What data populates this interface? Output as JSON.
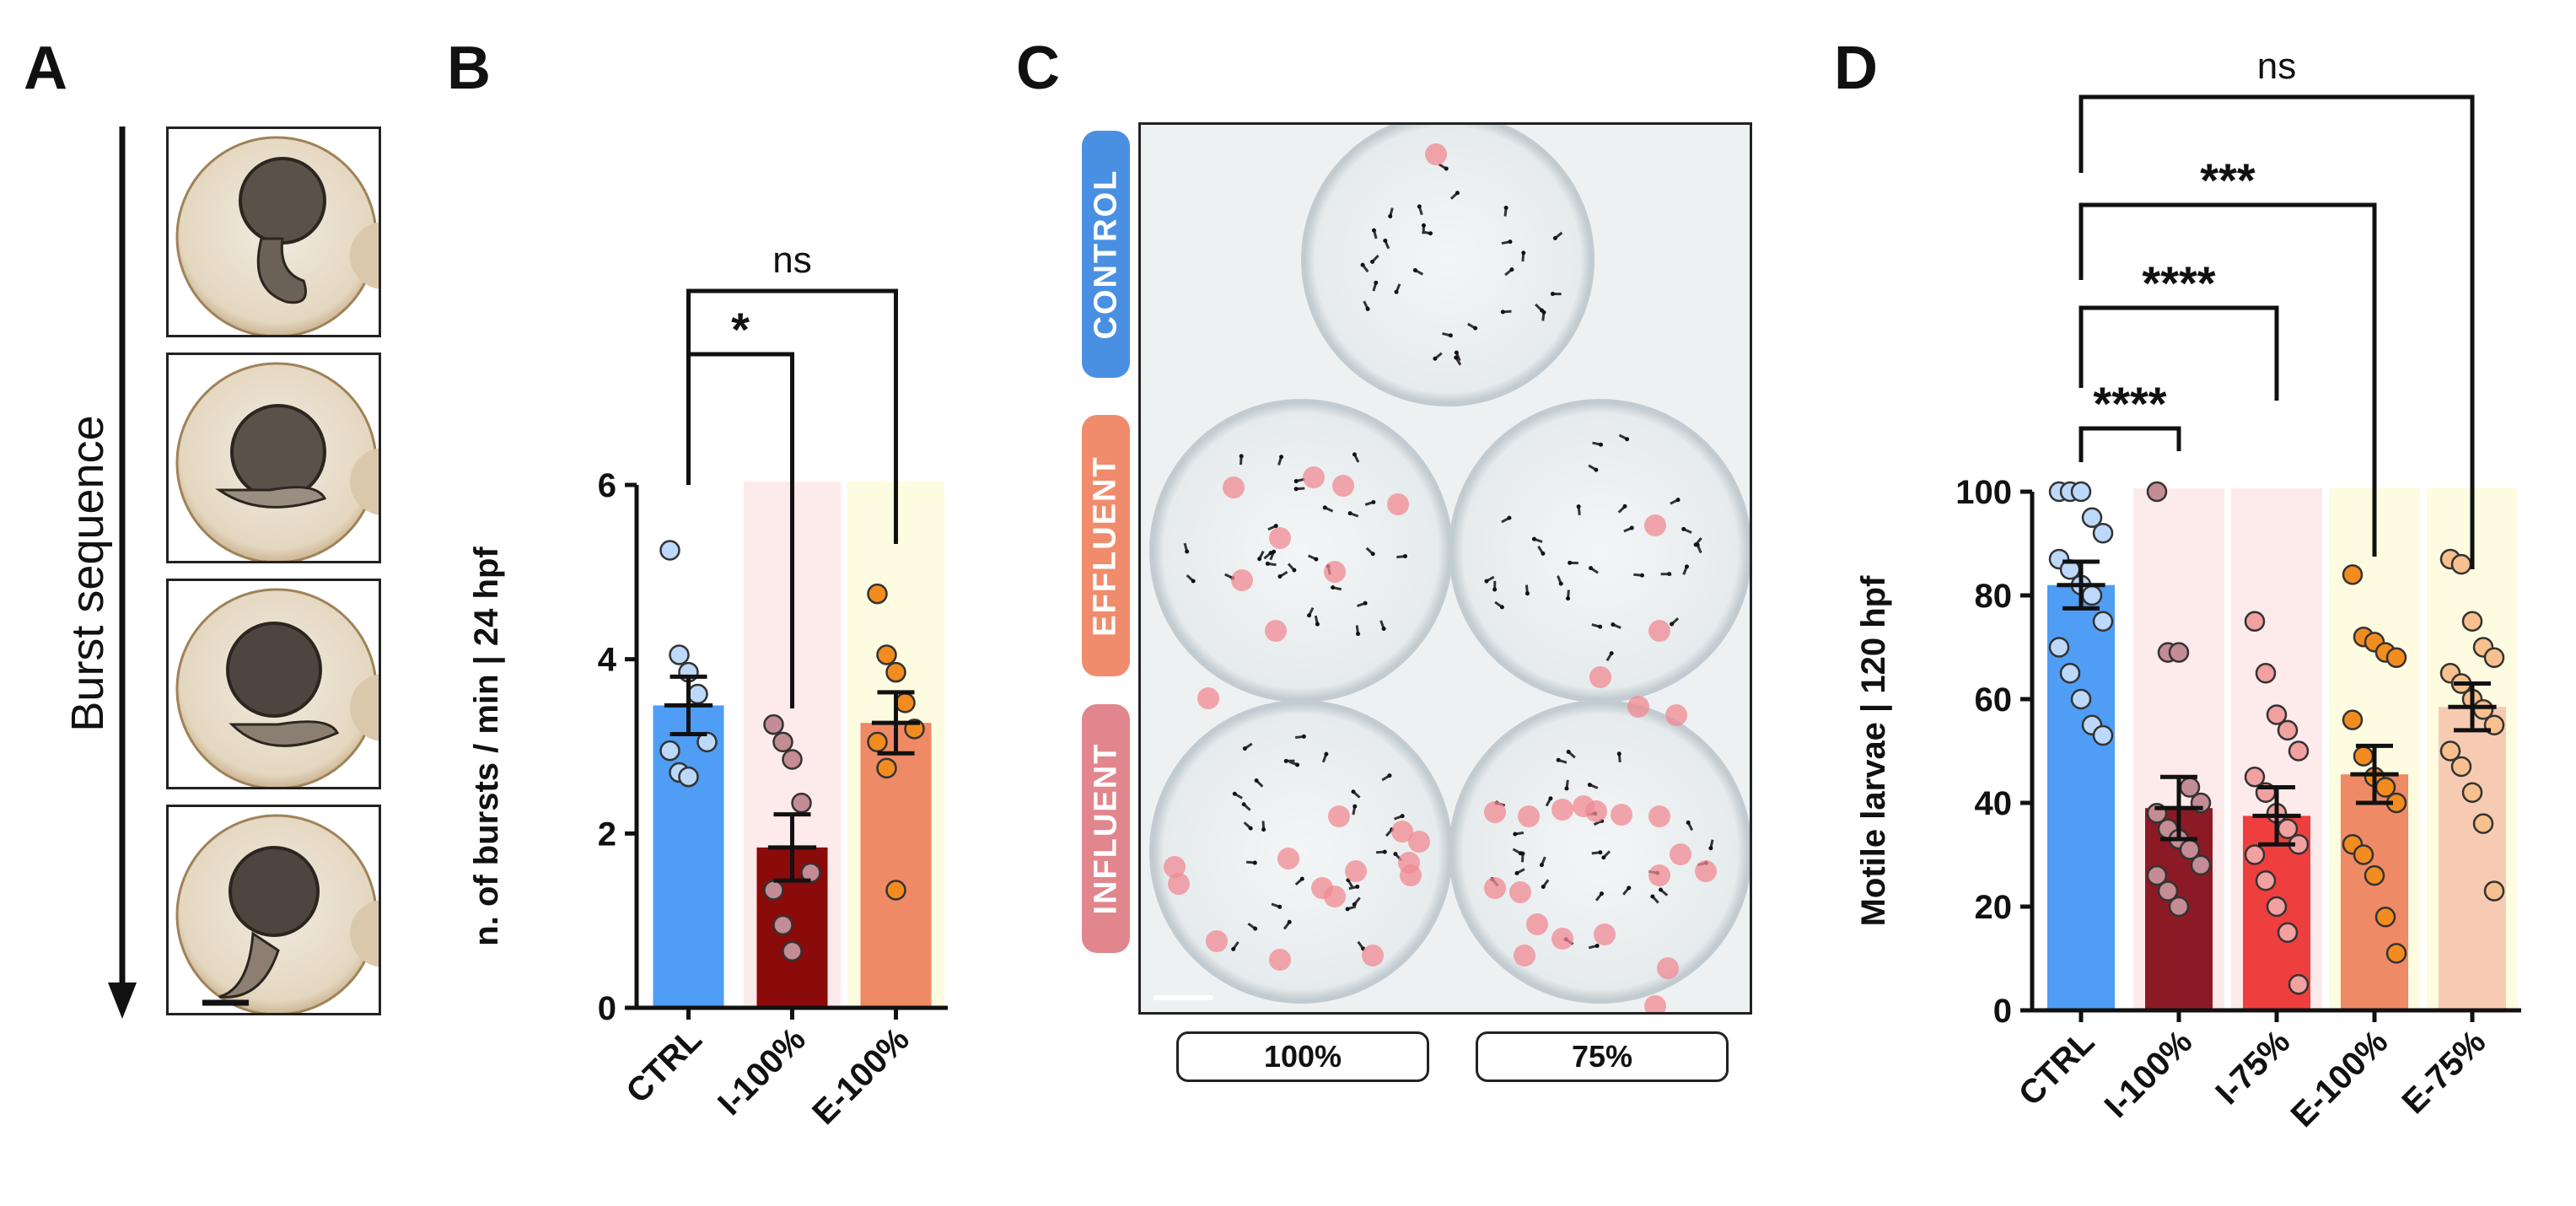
{
  "panels": {
    "A": {
      "letter": "A",
      "arrow_label": "Burst sequence",
      "frames": 4
    },
    "B": {
      "letter": "B"
    },
    "C": {
      "letter": "C",
      "row_labels": [
        "CONTROL",
        "EFFLUENT",
        "INFLUENT"
      ],
      "row_colors": [
        "#4a90e2",
        "#f08c6c",
        "#e0868c"
      ],
      "column_labels": [
        "100%",
        "75%"
      ]
    },
    "D": {
      "letter": "D"
    }
  },
  "chart_data": [
    {
      "panel": "B",
      "type": "bar",
      "categories": [
        "CTRL",
        "I-100%",
        "E-100%"
      ],
      "values": [
        3.47,
        1.84,
        3.27
      ],
      "sem": [
        0.33,
        0.38,
        0.35
      ],
      "colors": [
        "#4f9df5",
        "#8b0a0a",
        "#ef8a66"
      ],
      "background_shading": [
        null,
        "#fdeaea",
        "#fdfbe0"
      ],
      "points": [
        [
          5.25,
          4.05,
          3.85,
          3.6,
          3.05,
          2.95,
          2.7,
          2.65
        ],
        [
          3.25,
          3.05,
          2.85,
          2.35,
          1.55,
          1.35,
          0.95,
          0.65
        ],
        [
          4.75,
          4.05,
          3.85,
          3.5,
          3.2,
          3.05,
          2.75,
          1.35
        ]
      ],
      "point_colors": [
        "#bcd9fb",
        "#c48c94",
        "#f38c1e"
      ],
      "ylabel": "n. of bursts / min | 24 hpf",
      "ylim": [
        0,
        6
      ],
      "yticks": [
        0,
        2,
        4,
        6
      ],
      "significance": [
        {
          "from": 0,
          "to": 1,
          "label": "*"
        },
        {
          "from": 0,
          "to": 2,
          "label": "ns"
        }
      ]
    },
    {
      "panel": "D",
      "type": "bar",
      "categories": [
        "CTRL",
        "I-100%",
        "I-75%",
        "E-100%",
        "E-75%"
      ],
      "values": [
        82,
        39,
        37.5,
        45.5,
        58.5
      ],
      "sem": [
        4.5,
        6,
        5.5,
        5.5,
        4.5
      ],
      "colors": [
        "#4f9df5",
        "#8b1a24",
        "#ef3e3e",
        "#ef8a66",
        "#f7cbb2"
      ],
      "background_shading": [
        null,
        "#fdeaea",
        "#fdeaea",
        "#fdfbe0",
        "#fdfbe0"
      ],
      "points": [
        [
          100,
          100,
          100,
          95,
          92,
          87,
          85,
          82,
          80,
          75,
          70,
          65,
          60,
          55,
          53
        ],
        [
          100,
          69,
          69,
          43,
          40,
          38,
          35,
          33,
          31,
          28,
          26,
          23,
          20
        ],
        [
          75,
          65,
          57,
          54,
          50,
          45,
          42,
          38,
          35,
          32,
          30,
          25,
          20,
          15,
          5
        ],
        [
          84,
          72,
          71,
          69,
          68,
          56,
          49,
          45,
          43,
          40,
          32,
          30,
          26,
          18,
          11
        ],
        [
          87,
          86,
          75,
          70,
          68,
          65,
          63,
          60,
          58,
          55,
          50,
          47,
          42,
          36,
          23
        ]
      ],
      "point_colors": [
        "#bcd9fb",
        "#c48c94",
        "#f2a0a0",
        "#f38c1e",
        "#f7c08e"
      ],
      "ylabel": "Motile larvae | 120 hpf",
      "ylim": [
        0,
        100
      ],
      "yticks": [
        0,
        20,
        40,
        60,
        80,
        100
      ],
      "significance": [
        {
          "from": 0,
          "to": 1,
          "label": "****"
        },
        {
          "from": 0,
          "to": 2,
          "label": "****"
        },
        {
          "from": 0,
          "to": 3,
          "label": "***"
        },
        {
          "from": 0,
          "to": 4,
          "label": "ns"
        }
      ]
    }
  ]
}
